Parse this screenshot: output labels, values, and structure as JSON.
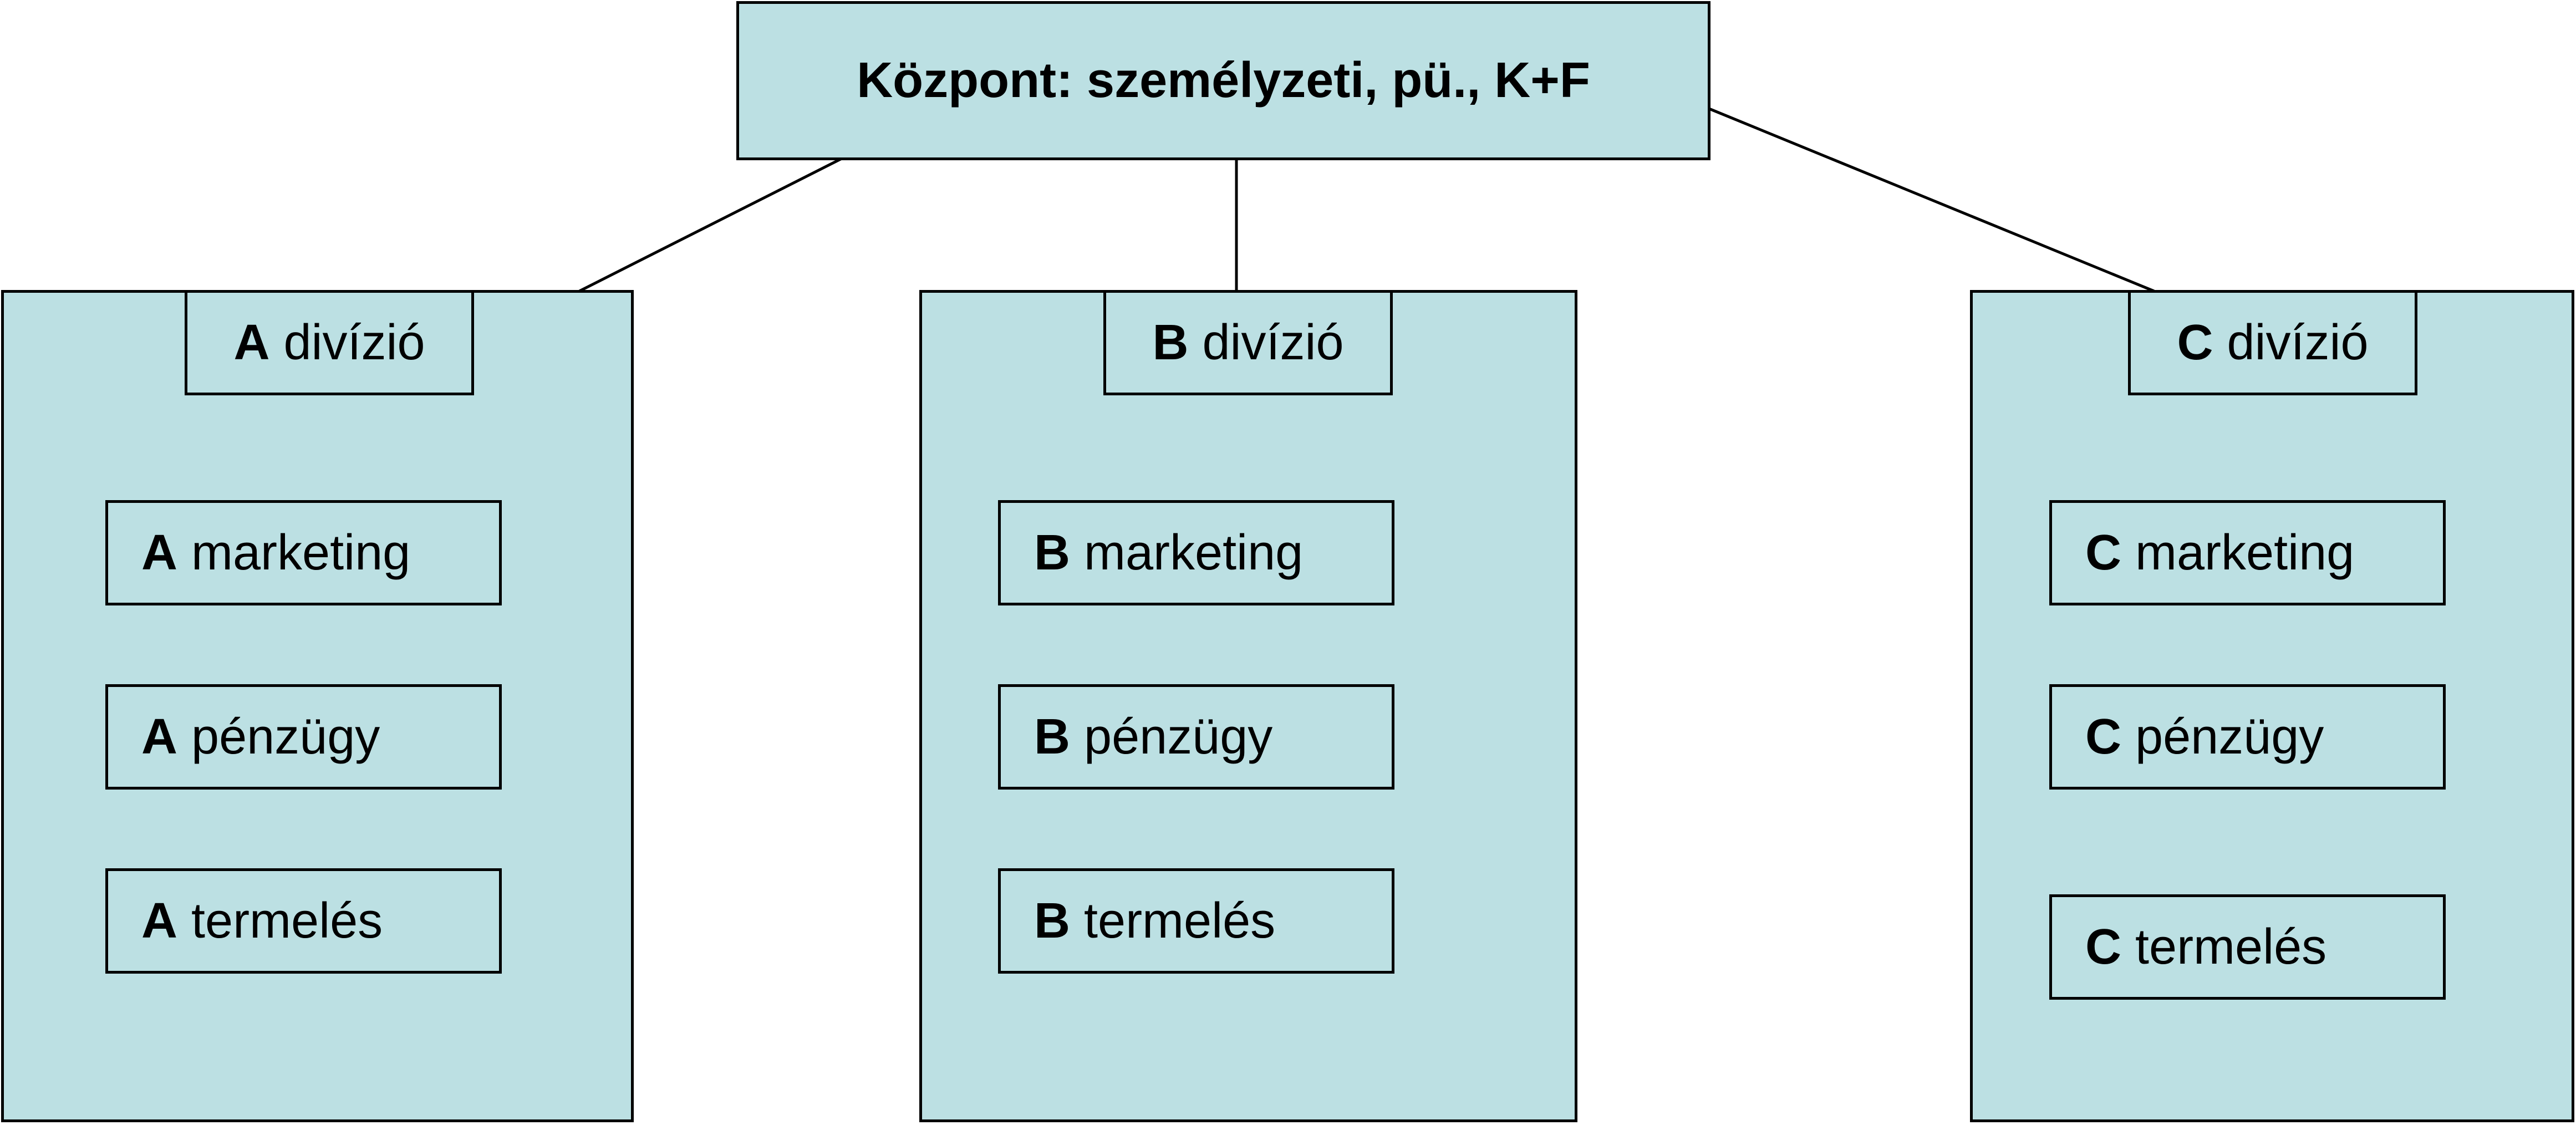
{
  "headquarters": {
    "label": "Központ: személyzeti, pü., K+F"
  },
  "divisions": [
    {
      "letter": "A",
      "title_suffix": "divízió",
      "units": [
        {
          "letter": "A",
          "name": "marketing"
        },
        {
          "letter": "A",
          "name": "pénzügy"
        },
        {
          "letter": "A",
          "name": "termelés"
        }
      ]
    },
    {
      "letter": "B",
      "title_suffix": "divízió",
      "units": [
        {
          "letter": "B",
          "name": "marketing"
        },
        {
          "letter": "B",
          "name": "pénzügy"
        },
        {
          "letter": "B",
          "name": "termelés"
        }
      ]
    },
    {
      "letter": "C",
      "title_suffix": "divízió",
      "units": [
        {
          "letter": "C",
          "name": "marketing"
        },
        {
          "letter": "C",
          "name": "pénzügy"
        },
        {
          "letter": "C",
          "name": "termelés"
        }
      ]
    }
  ],
  "colors": {
    "box_fill": "#bce0e3",
    "stroke": "#000000"
  }
}
